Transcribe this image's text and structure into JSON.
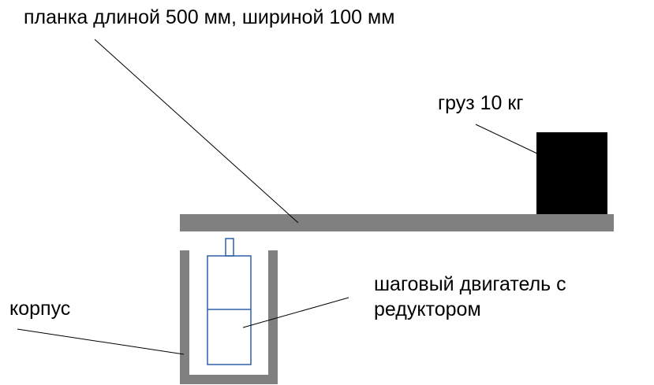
{
  "labels": {
    "plank": "планка длиной 500  мм, шириной 100 мм",
    "load": "груз 10 кг",
    "motor_line1": "шаговый двигатель с",
    "motor_line2": "редуктором",
    "housing": "корпус"
  },
  "colors": {
    "plank": "#808080",
    "housing": "#808080",
    "load": "#000000",
    "motor": "#2e5ea8"
  }
}
